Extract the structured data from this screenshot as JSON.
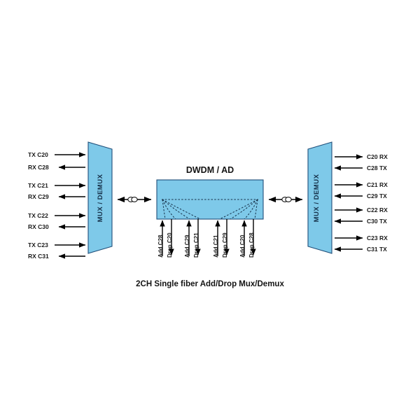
{
  "diagram": {
    "caption": "2CH Single fiber Add/Drop Mux/Demux",
    "center_box_title": "DWDM / AD",
    "mux_label_left": "MUX / DEMUX",
    "mux_label_right": "MUX / DEMUX",
    "colors": {
      "shape_fill": "#7ec9e9",
      "shape_stroke": "#1f4e79",
      "line": "#000000",
      "text": "#1a1a1a",
      "background": "#ffffff"
    },
    "left_ports": [
      {
        "tx": "TX C20",
        "rx": "RX C28"
      },
      {
        "tx": "TX C21",
        "rx": "RX C29"
      },
      {
        "tx": "TX C22",
        "rx": "RX C30"
      },
      {
        "tx": "TX C23",
        "rx": "RX C31"
      }
    ],
    "right_ports": [
      {
        "rx": "C20 RX",
        "tx": "C28 TX"
      },
      {
        "rx": "C21 RX",
        "tx": "C29 TX"
      },
      {
        "rx": "C22 RX",
        "tx": "C30 TX"
      },
      {
        "rx": "C23 RX",
        "tx": "C31 TX"
      }
    ],
    "add_drop_ports": [
      {
        "label": "Add C28",
        "direction": "up"
      },
      {
        "label": "Drop C20",
        "direction": "down"
      },
      {
        "label": "Add C29",
        "direction": "up"
      },
      {
        "label": "Drop C21",
        "direction": "down"
      },
      {
        "label": "Add C21",
        "direction": "up"
      },
      {
        "label": "Drop C29",
        "direction": "down"
      },
      {
        "label": "Add C20",
        "direction": "up"
      },
      {
        "label": "Drop C28",
        "direction": "down"
      }
    ]
  }
}
